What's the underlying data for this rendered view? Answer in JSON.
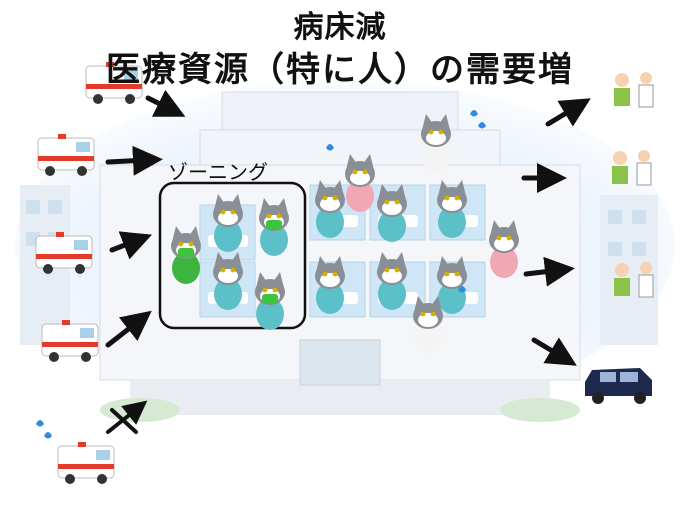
{
  "title": {
    "line1": "病床減",
    "line2": "医療資源（特に人）の需要増"
  },
  "zoning_label": "ゾーニング",
  "colors": {
    "background_sky": "#e8f2fb",
    "building_wall": "#f4f6f9",
    "window_blue": "#cfe6f6",
    "ambulance_red": "#e23b2b",
    "cat_grey": "#8a8f96",
    "mask_green": "#3cc43c",
    "nurse_pink": "#f2a7b4",
    "hearse_navy": "#1d2a4d",
    "arrow_black": "#111111"
  },
  "icons": [
    "ambulance-icon",
    "arrow-icon",
    "blocked-arrow-icon",
    "sweat-drop-icon",
    "patient-cat-icon",
    "masked-cat-icon",
    "nurse-cat-icon",
    "doctor-cat-icon",
    "discharged-patient-icon",
    "doctor-icon",
    "hearse-icon",
    "hospital-building-icon"
  ]
}
